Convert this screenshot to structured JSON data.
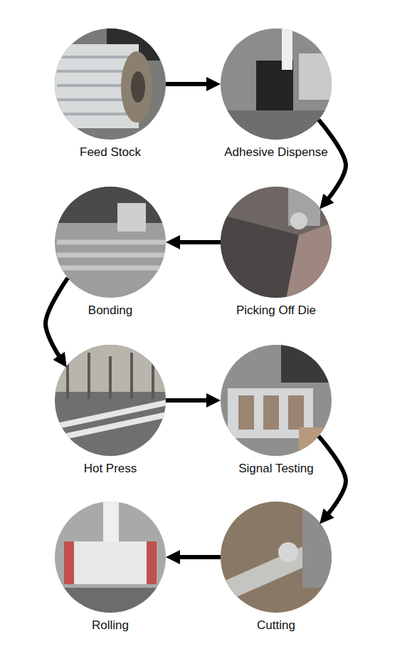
{
  "diagram": {
    "nodes": [
      {
        "text": [
          "Feed Stock"
        ]
      },
      {
        "text": [
          "Adhesive Dispense"
        ]
      },
      {
        "text": [
          "Picking Off Die"
        ]
      },
      {
        "text": [
          "Bonding"
        ]
      },
      {
        "text": [
          "Hot Press"
        ]
      },
      {
        "text": [
          "Signal Testing"
        ]
      },
      {
        "text": [
          "Cutting"
        ]
      },
      {
        "text": [
          "Rolling"
        ]
      }
    ],
    "edges": [
      {
        "from": 0,
        "to": 1,
        "arrow": "to"
      },
      {
        "from": 1,
        "to": 2,
        "arrow": "to"
      },
      {
        "from": 2,
        "to": 3,
        "arrow": "to"
      },
      {
        "from": 3,
        "to": 4,
        "arrow": "to"
      },
      {
        "from": 4,
        "to": 5,
        "arrow": "to"
      },
      {
        "from": 5,
        "to": 6,
        "arrow": "to"
      },
      {
        "from": 6,
        "to": 7,
        "arrow": "to"
      }
    ]
  }
}
